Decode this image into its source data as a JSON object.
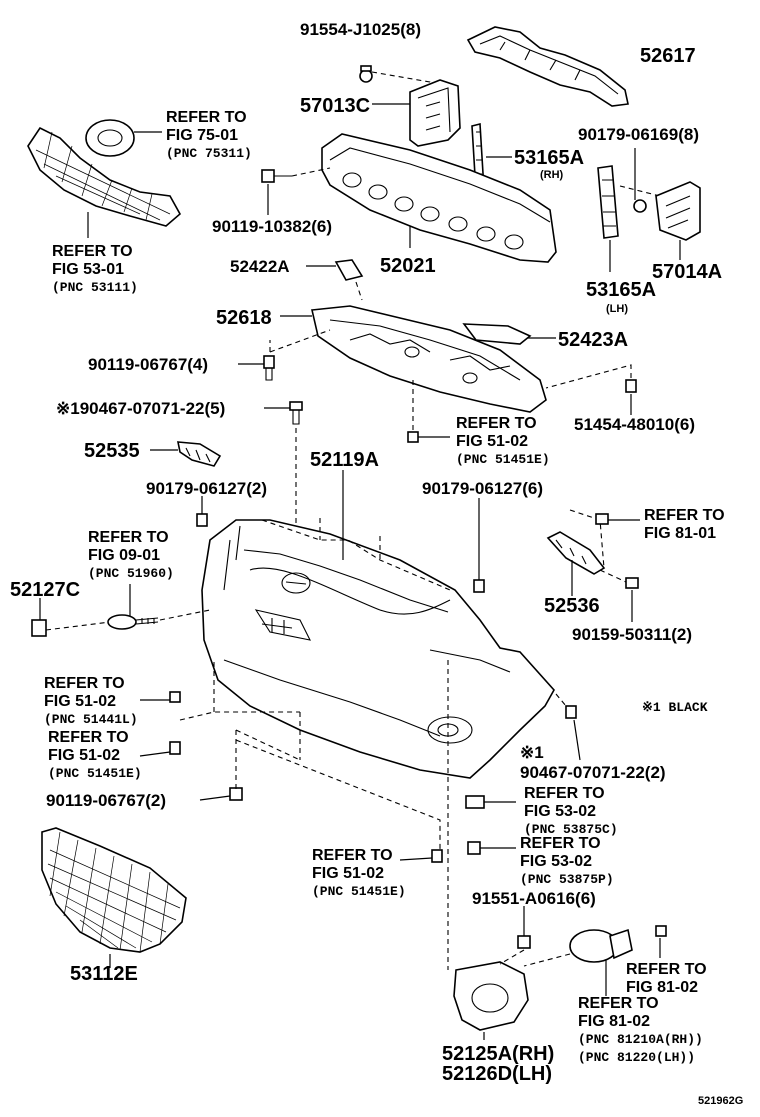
{
  "diagram_id": "521962G",
  "note": "※1 BLACK",
  "labels": {
    "p91554": "91554-J1025(8)",
    "p52617": "52617",
    "p57013c": "57013C",
    "p53165a": "53165A",
    "p53165a_rh": "(RH)",
    "p90179_06169": "90179-06169(8)",
    "p90119_10382": "90119-10382(6)",
    "p52021": "52021",
    "p52422a": "52422A",
    "p53165a_lh_num": "53165A",
    "p53165a_lh": "(LH)",
    "p57014a": "57014A",
    "p52618": "52618",
    "p52423a": "52423A",
    "p90119_06767_4": "90119-06767(4)",
    "p90467_5": "※190467-07071-22(5)",
    "p51454": "51454-48010(6)",
    "p52535": "52535",
    "p52119a": "52119A",
    "p90179_06127_2": "90179-06127(2)",
    "p90179_06127_6": "90179-06127(6)",
    "p52127c": "52127C",
    "p52536": "52536",
    "p90159": "90159-50311(2)",
    "p90119_06767_2": "90119-06767(2)",
    "p90467_2_mark": "※1",
    "p90467_2": "90467-07071-22(2)",
    "p91551": "91551-A0616(6)",
    "p53112e": "53112E",
    "p52125a": "52125A(RH)",
    "p52126d": "52126D(LH)"
  },
  "refs": {
    "r75": {
      "refer": "REFER TO",
      "fig": "FIG 75-01",
      "pnc": "(PNC 75311)"
    },
    "r53_01": {
      "refer": "REFER TO",
      "fig": "FIG 53-01",
      "pnc": "(PNC 53111)"
    },
    "r51_02a": {
      "refer": "REFER TO",
      "fig": "FIG 51-02",
      "pnc": "(PNC 51451E)"
    },
    "r09": {
      "refer": "REFER TO",
      "fig": "FIG 09-01",
      "pnc": "(PNC 51960)"
    },
    "r81_01": {
      "refer": "REFER TO",
      "fig": "FIG 81-01"
    },
    "r51_02b": {
      "refer": "REFER TO",
      "fig": "FIG 51-02",
      "pnc": "(PNC 51441L)"
    },
    "r51_02c": {
      "refer": "REFER TO",
      "fig": "FIG 51-02",
      "pnc": "(PNC 51451E)"
    },
    "r53_02a": {
      "refer": "REFER TO",
      "fig": "FIG 53-02",
      "pnc": "(PNC 53875C)"
    },
    "r53_02b": {
      "refer": "REFER TO",
      "fig": "FIG 53-02",
      "pnc": "(PNC 53875P)"
    },
    "r51_02d": {
      "refer": "REFER TO",
      "fig": "FIG 51-02",
      "pnc": "(PNC 51451E)"
    },
    "r81_02a": {
      "refer": "REFER TO",
      "fig": "FIG 81-02"
    },
    "r81_02b": {
      "refer": "REFER TO",
      "fig": "FIG 81-02",
      "pnc1": "(PNC 81210A(RH))",
      "pnc2": "(PNC 81220(LH))"
    }
  }
}
